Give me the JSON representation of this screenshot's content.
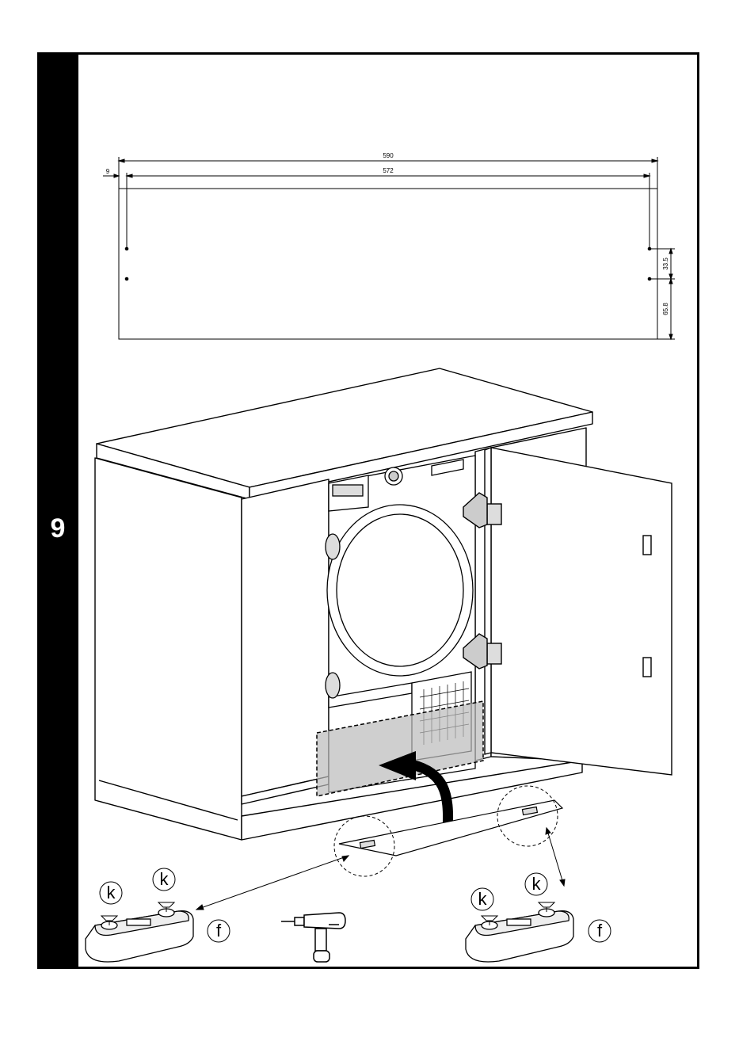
{
  "step": {
    "number": "9"
  },
  "panel_drawing": {
    "width_overall": "590",
    "width_holes": "572",
    "edge_offset": "9",
    "hole_spacing": "33.5",
    "hole_from_bottom": "65.8"
  },
  "callouts": {
    "left_k1": "k",
    "left_k2": "k",
    "left_f": "f",
    "right_k1": "k",
    "right_k2": "k",
    "right_f": "f"
  },
  "icons": [
    "drill-icon",
    "curved-arrow-icon"
  ]
}
